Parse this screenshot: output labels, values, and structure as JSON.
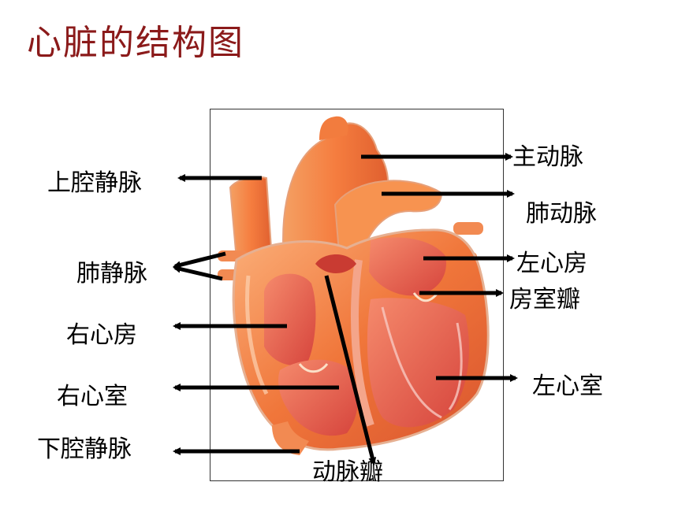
{
  "title": "心脏的结构图",
  "labels": {
    "superior_vena_cava": "上腔静脉",
    "pulmonary_vein": "肺静脉",
    "right_atrium": "右心房",
    "right_ventricle": "右心室",
    "inferior_vena_cava": "下腔静脉",
    "aorta": "主动脉",
    "pulmonary_artery": "肺动脉",
    "left_atrium": "左心房",
    "atrioventricular_valve": "房室瓣",
    "left_ventricle": "左心室",
    "arterial_valve": "动脉瓣"
  },
  "colors": {
    "title": "#8b1a1a",
    "heart_outer": "#f07a3c",
    "heart_inner": "#e8584a",
    "heart_light": "#fbb07a"
  }
}
